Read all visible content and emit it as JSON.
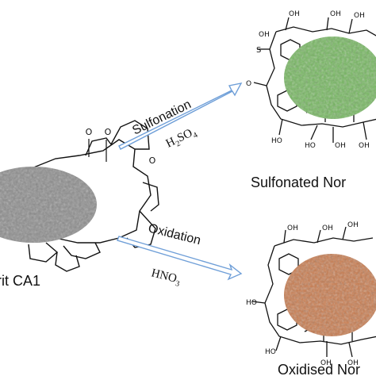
{
  "colors": {
    "arrow": "#6f9fd8",
    "arrow_fill": "#ffffff",
    "bond": "#111111",
    "carbon_grey": "#8c8c8c",
    "sulfonated_green": "#74b85e",
    "oxidised_orange": "#c97a4c"
  },
  "reactions": {
    "sulfonation": {
      "name": "Sulfonation",
      "reagent_main": "H",
      "reagent_sub1": "2",
      "reagent_mid": "SO",
      "reagent_sub2": "4"
    },
    "oxidation": {
      "name": "Oxidation",
      "reagent_main": "HNO",
      "reagent_sub": "3"
    }
  },
  "products": {
    "start": {
      "label": "rit CA1"
    },
    "sulfonated": {
      "label": "Sulfonated Nor"
    },
    "oxidised": {
      "label": "Oxidised Nor"
    }
  },
  "groups": {
    "carbonyl_o": "O",
    "cooh": "OH",
    "oh": "OH",
    "so3h_s": "S",
    "ho": "HO",
    "ho_left": "HO"
  }
}
